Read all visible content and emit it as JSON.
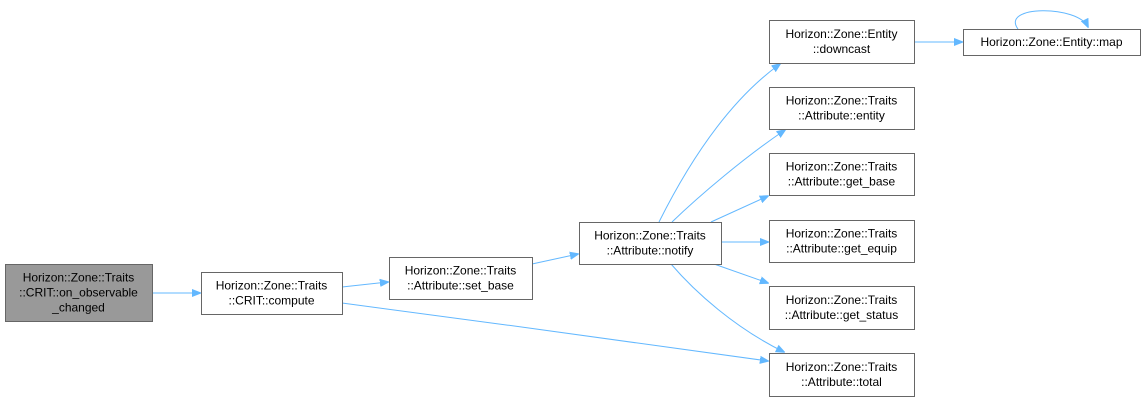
{
  "graph": {
    "nodes": [
      {
        "id": "on_observable_changed",
        "lines": [
          "Horizon::Zone::Traits",
          "::CRIT::on_observable",
          "_changed"
        ],
        "root": true
      },
      {
        "id": "crit_compute",
        "lines": [
          "Horizon::Zone::Traits",
          "::CRIT::compute"
        ]
      },
      {
        "id": "attr_set_base",
        "lines": [
          "Horizon::Zone::Traits",
          "::Attribute::set_base"
        ]
      },
      {
        "id": "attr_notify",
        "lines": [
          "Horizon::Zone::Traits",
          "::Attribute::notify"
        ]
      },
      {
        "id": "entity_downcast",
        "lines": [
          "Horizon::Zone::Entity",
          "::downcast"
        ]
      },
      {
        "id": "entity_map",
        "lines": [
          "Horizon::Zone::Entity::map"
        ]
      },
      {
        "id": "attr_entity",
        "lines": [
          "Horizon::Zone::Traits",
          "::Attribute::entity"
        ]
      },
      {
        "id": "attr_get_base",
        "lines": [
          "Horizon::Zone::Traits",
          "::Attribute::get_base"
        ]
      },
      {
        "id": "attr_get_equip",
        "lines": [
          "Horizon::Zone::Traits",
          "::Attribute::get_equip"
        ]
      },
      {
        "id": "attr_get_status",
        "lines": [
          "Horizon::Zone::Traits",
          "::Attribute::get_status"
        ]
      },
      {
        "id": "attr_total",
        "lines": [
          "Horizon::Zone::Traits",
          "::Attribute::total"
        ]
      }
    ],
    "edges": [
      {
        "from": "on_observable_changed",
        "to": "crit_compute"
      },
      {
        "from": "crit_compute",
        "to": "attr_set_base"
      },
      {
        "from": "crit_compute",
        "to": "attr_total"
      },
      {
        "from": "attr_set_base",
        "to": "attr_notify"
      },
      {
        "from": "attr_notify",
        "to": "entity_downcast"
      },
      {
        "from": "attr_notify",
        "to": "attr_entity"
      },
      {
        "from": "attr_notify",
        "to": "attr_get_base"
      },
      {
        "from": "attr_notify",
        "to": "attr_get_equip"
      },
      {
        "from": "attr_notify",
        "to": "attr_get_status"
      },
      {
        "from": "attr_notify",
        "to": "attr_total"
      },
      {
        "from": "entity_downcast",
        "to": "entity_map"
      },
      {
        "from": "entity_map",
        "to": "entity_map"
      }
    ],
    "colors": {
      "edge": "#63b8ff",
      "root_fill": "#999999",
      "node_fill": "#ffffff",
      "node_border": "#666666"
    }
  }
}
